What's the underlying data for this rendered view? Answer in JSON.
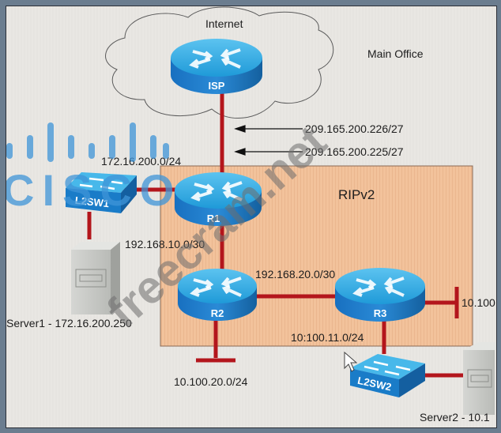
{
  "diagram": {
    "region_label": "Main Office",
    "cloud_label": "Internet",
    "routing_area_label": "RIPv2",
    "devices": {
      "isp": "ISP",
      "r1": "R1",
      "r2": "R2",
      "r3": "R3",
      "l2sw1": "L2SW1",
      "l2sw2": "L2SW2",
      "server1": "Server1 - 172.16.200.250",
      "server2": "Server2 - 10.1"
    },
    "addresses": {
      "isp_link_isp_side": "209.165.200.226/27",
      "isp_link_r1_side": "209.165.200.225/27",
      "lan_l2sw1": "172.16.200.0/24",
      "r1_r2_link": "192.168.10.0/30",
      "r2_r3_link": "192.168.20.0/30",
      "r3_l2sw2_lan": "10:100.11.0/24",
      "r2_lan": "10.100.20.0/24",
      "r3_right_lan": "10.100"
    }
  },
  "watermarks": {
    "site": "freecram.net",
    "logo": "CISCO"
  },
  "colors": {
    "link": "#b3161c",
    "router_top": "#2fa7e0",
    "router_side": "#1a6fc0",
    "ripv2_area": "#f3c29c",
    "frame": "#6b7d8f"
  }
}
